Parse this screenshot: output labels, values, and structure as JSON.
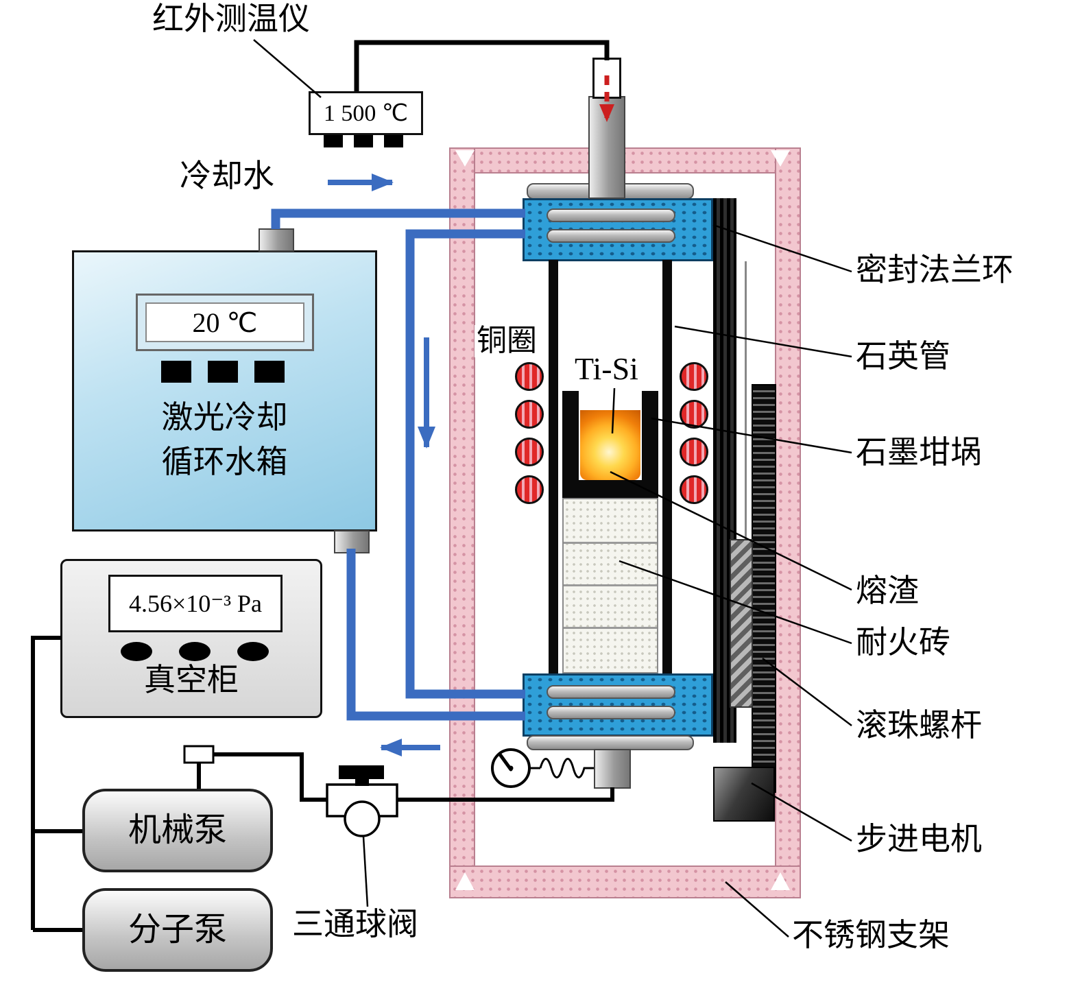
{
  "labels": {
    "infrared_thermometer": "红外测温仪",
    "cooling_water": "冷却水",
    "copper_coil": "铜圈",
    "sample": "Ti-Si",
    "sealing_flange_ring": "密封法兰环",
    "quartz_tube": "石英管",
    "graphite_crucible": "石墨坩埚",
    "slag": "熔渣",
    "refractory_brick": "耐火砖",
    "ball_screw": "滚珠螺杆",
    "stepper_motor": "步进电机",
    "stainless_steel_frame": "不锈钢支架",
    "three_way_ball_valve": "三通球阀",
    "chiller_line1": "激光冷却",
    "chiller_line2": "循环水箱",
    "vacuum_cabinet": "真空柜",
    "mechanical_pump": "机械泵",
    "molecular_pump": "分子泵"
  },
  "readouts": {
    "infrared_temp": "1 500 ℃",
    "chiller_temp": "20 ℃",
    "vacuum_pressure": "4.56×10⁻³ Pa"
  },
  "colors": {
    "pipe_blue": "#3b6cc0",
    "flange_blue": "#2f9fd8",
    "flange_dot": "#155d8c",
    "coil_red": "#e02828",
    "frame_pink": "#f2c7cf",
    "frame_dot": "#d593a4",
    "red_arrow": "#cc1f1f"
  }
}
